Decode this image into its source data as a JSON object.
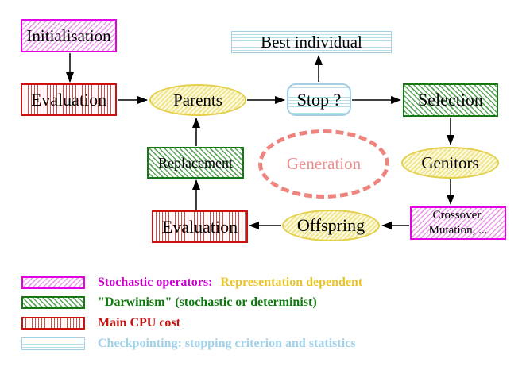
{
  "diagram": {
    "nodes": {
      "initialisation": {
        "label": "Initialisation"
      },
      "evaluation_top": {
        "label": "Evaluation"
      },
      "parents": {
        "label": "Parents"
      },
      "best_individual": {
        "label": "Best individual"
      },
      "stop": {
        "label": "Stop ?"
      },
      "selection": {
        "label": "Selection"
      },
      "genitors": {
        "label": "Genitors"
      },
      "crossover_mutation": {
        "line1": "Crossover,",
        "line2": "Mutation, ..."
      },
      "offspring": {
        "label": "Offspring"
      },
      "evaluation_bottom": {
        "label": "Evaluation"
      },
      "replacement": {
        "label": "Replacement"
      },
      "generation": {
        "label": "Generation"
      }
    },
    "colors": {
      "magenta_border": "#e400e4",
      "green_border": "#157815",
      "red_border": "#cc1111",
      "cyan_border": "#a4cfe2",
      "yellow_border": "#e3cf49",
      "generation_dashed": "#ef837d"
    }
  },
  "legend": {
    "items": [
      {
        "swatch": "magenta-hatch-swatch",
        "label": "Stochastic operators:",
        "label2": "Representation dependent",
        "label_color": "#cc00cc",
        "label2_color": "#e8c42a"
      },
      {
        "swatch": "green-hatch-swatch",
        "label": "\"Darwinism\" (stochastic or determinist)",
        "label_color": "#0f7a0f"
      },
      {
        "swatch": "red-stripe-swatch",
        "label": "Main CPU cost",
        "label_color": "#cc1111"
      },
      {
        "swatch": "cyan-stripe-swatch",
        "label": "Checkpointing: stopping criterion and statistics",
        "label_color": "#9fd2ea"
      }
    ]
  }
}
